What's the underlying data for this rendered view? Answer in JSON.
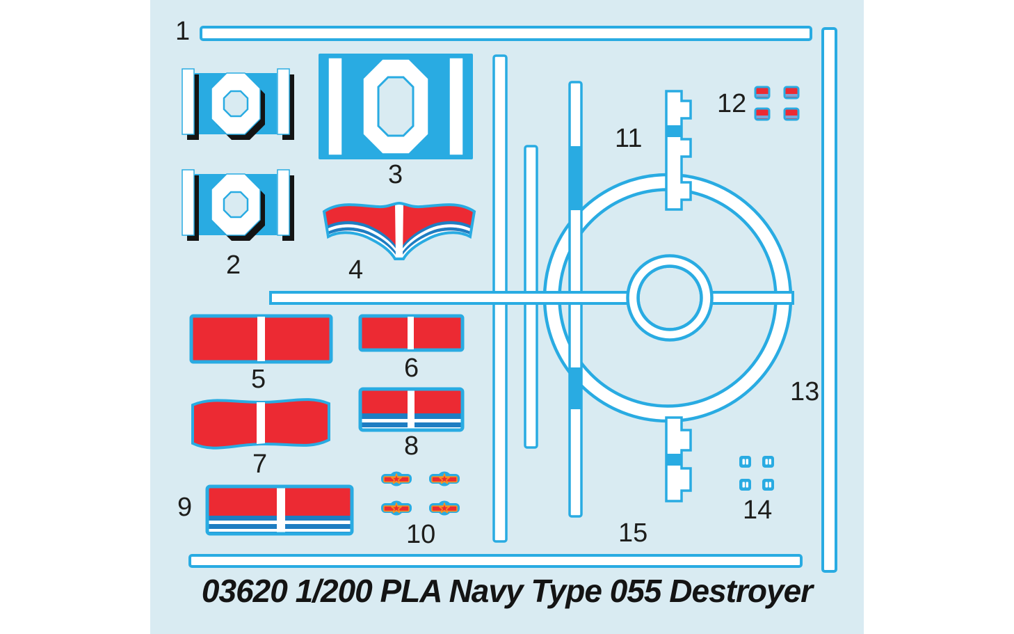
{
  "title": "03620 1/200 PLA Navy Type 055 Destroyer",
  "labels": {
    "n1": "1",
    "n2": "2",
    "n3": "3",
    "n4": "4",
    "n5": "5",
    "n6": "6",
    "n7": "7",
    "n8": "8",
    "n9": "9",
    "n10": "10",
    "n11": "11",
    "n12": "12",
    "n13": "13",
    "n14": "14",
    "n15": "15"
  },
  "parts": {
    "1": "long-horizontal-trim-stripe",
    "2": "hull-number-101-shadowed-pair",
    "3": "hull-number-101-large-panel",
    "4": "draped-naval-ensign-flag",
    "5": "red-flag-panel-large",
    "6": "red-flag-panel-small",
    "7": "waving-red-flag",
    "8": "naval-ensign-striped-small",
    "9": "naval-ensign-striped-large",
    "10": "pla-star-wing-emblems",
    "11": "notched-mast-stripes",
    "12": "small-red-rectangle-markings",
    "13": "long-vertical-trim-stripe",
    "14": "small-square-fittings",
    "15": "helicopter-landing-pad-circle"
  },
  "colors": {
    "page": "#ffffff",
    "sheet": "#d9ebf2",
    "cyan": "#29abe2",
    "red": "#ec2a33",
    "stripeblue": "#1e7dc2",
    "periwinkle": "#7ba7d9",
    "orange": "#f7941e",
    "black": "#141414"
  }
}
